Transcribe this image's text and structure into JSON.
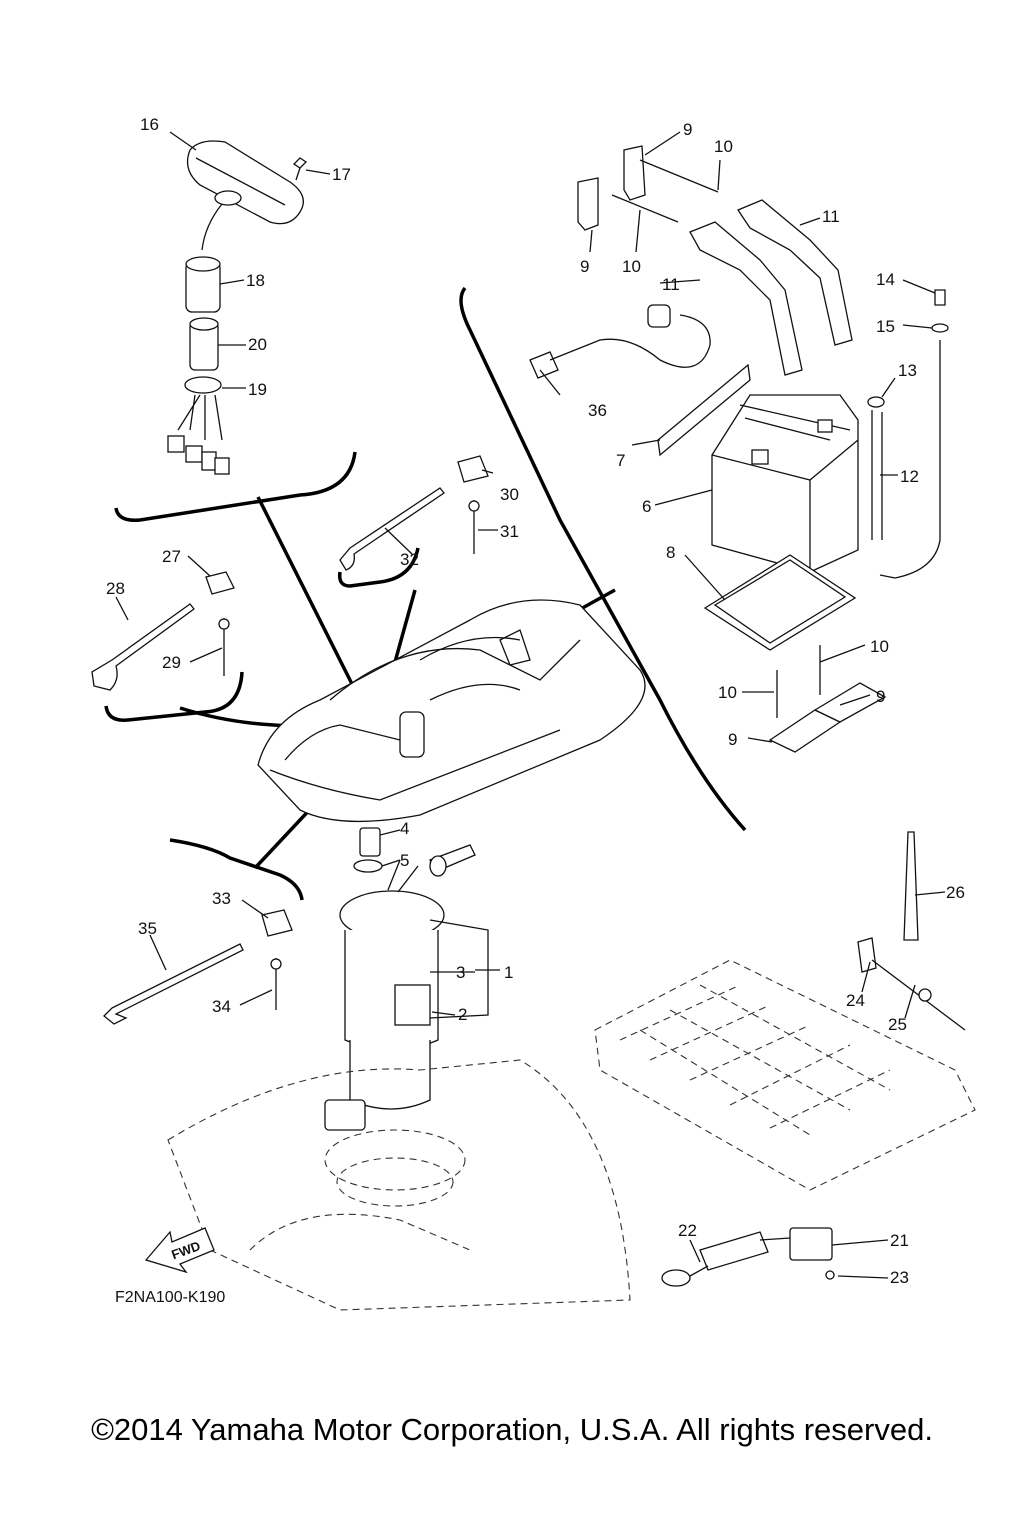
{
  "diagram": {
    "ref_code": "F2NA100-K190",
    "fwd_label": "FWD",
    "copyright": "©2014 Yamaha Motor Corporation, U.S.A. All rights reserved.",
    "callouts": {
      "c1": "1",
      "c2": "2",
      "c3": "3",
      "c4": "4",
      "c5": "5",
      "c6": "6",
      "c7": "7",
      "c8": "8",
      "c9a": "9",
      "c9b": "9",
      "c9c": "9",
      "c9d": "9",
      "c10a": "10",
      "c10b": "10",
      "c10c": "10",
      "c10d": "10",
      "c11a": "11",
      "c11b": "11",
      "c12": "12",
      "c13": "13",
      "c14": "14",
      "c15": "15",
      "c16": "16",
      "c17": "17",
      "c18": "18",
      "c19": "19",
      "c20": "20",
      "c21": "21",
      "c22": "22",
      "c23": "23",
      "c24": "24",
      "c25": "25",
      "c26": "26",
      "c27": "27",
      "c28": "28",
      "c29": "29",
      "c30": "30",
      "c31": "31",
      "c32": "32",
      "c33": "33",
      "c34": "34",
      "c35": "35",
      "c36": "36"
    }
  }
}
